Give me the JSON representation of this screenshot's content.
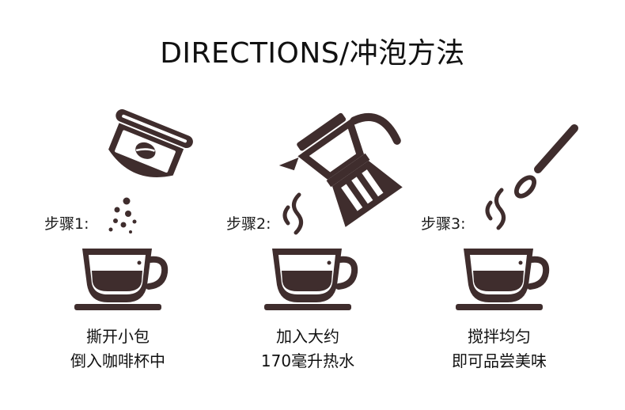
{
  "title": "DIRECTIONS/冲泡方法",
  "colors": {
    "icon": "#3f2d2d",
    "coffee": "#3f2d2d",
    "text": "#111111",
    "background": "#ffffff"
  },
  "steps": [
    {
      "label": "步骤1:",
      "line1": "撕开小包",
      "line2": "倒入咖啡杯中",
      "icon": "coffee-packet-icon"
    },
    {
      "label": "步骤2:",
      "line1": "加入大约",
      "line2": "170毫升热水",
      "icon": "kettle-pour-icon"
    },
    {
      "label": "步骤3:",
      "line1": "搅拌均匀",
      "line2": "即可品尝美味",
      "icon": "spoon-stir-icon"
    }
  ]
}
